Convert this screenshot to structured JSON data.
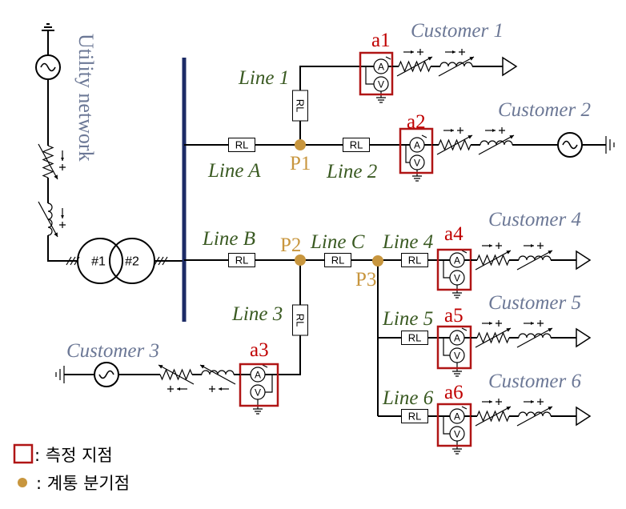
{
  "utility": {
    "label": "Utility network"
  },
  "transformer": {
    "winding_1": "#1",
    "winding_2": "#2"
  },
  "symbols": {
    "rl": "RL",
    "ammeter": "A",
    "voltmeter": "V"
  },
  "lines": {
    "line_1": "Line 1",
    "line_2": "Line 2",
    "line_3": "Line 3",
    "line_4": "Line 4",
    "line_5": "Line 5",
    "line_6": "Line 6",
    "line_a": "Line A",
    "line_b": "Line B",
    "line_c": "Line C"
  },
  "nodes": {
    "p1": "P1",
    "p2": "P2",
    "p3": "P3"
  },
  "meters": {
    "a1": "a1",
    "a2": "a2",
    "a3": "a3",
    "a4": "a4",
    "a5": "a5",
    "a6": "a6"
  },
  "customers": {
    "c1": "Customer 1",
    "c2": "Customer 2",
    "c3": "Customer 3",
    "c4": "Customer 4",
    "c5": "Customer 5",
    "c6": "Customer 6"
  },
  "legend": {
    "measurement_point": ": 측정 지점",
    "branch_point": ": 계통 분기점"
  },
  "colors": {
    "bus": "#1c2b66",
    "meter_box": "#b01515",
    "branch_point": "#c8963e",
    "customer_label": "#6c7896",
    "line_label": "#3a5a22",
    "meter_label": "#c00000"
  }
}
